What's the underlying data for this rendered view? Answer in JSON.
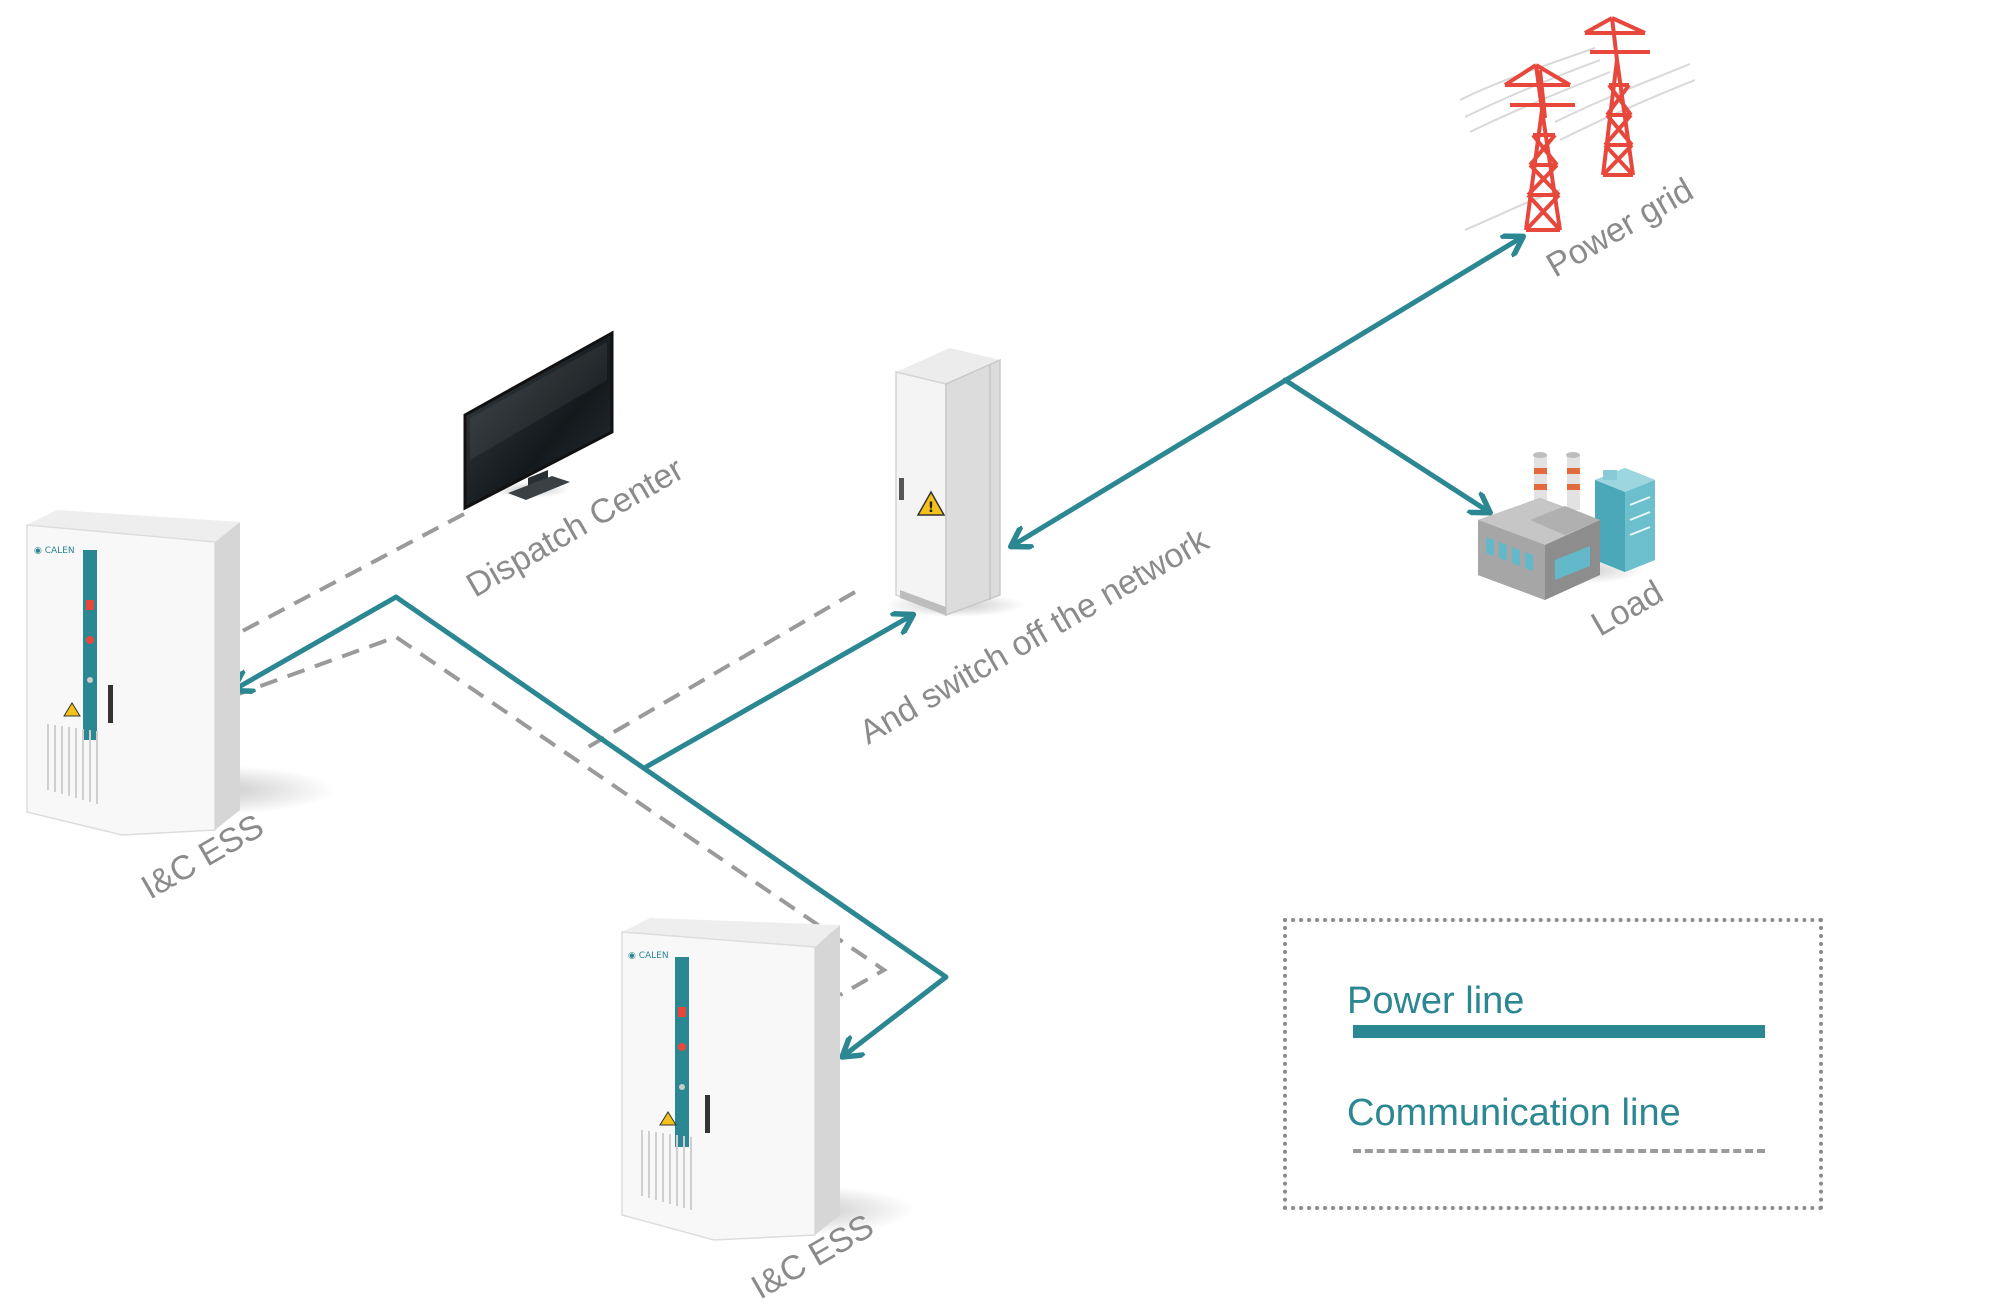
{
  "labels": {
    "power_grid": "Power grid",
    "load": "Load",
    "dispatch_center": "Dispatch Center",
    "switch": "And switch off the network",
    "ess_left": "I&C ESS",
    "ess_bottom": "I&C ESS"
  },
  "legend": {
    "power_line": "Power line",
    "communication_line": "Communication line"
  },
  "colors": {
    "power_line": "#2b8792",
    "communication_line": "#9a9a9a",
    "label_text": "#8b8b8b",
    "tower": "#e8483c",
    "ess_stripe": "#2b8792"
  },
  "icons": {
    "grid": "power-tower-icon",
    "load": "factory-icon",
    "dispatch": "monitor-icon",
    "switch": "switch-cabinet-icon",
    "ess": "battery-cabinet-icon"
  }
}
